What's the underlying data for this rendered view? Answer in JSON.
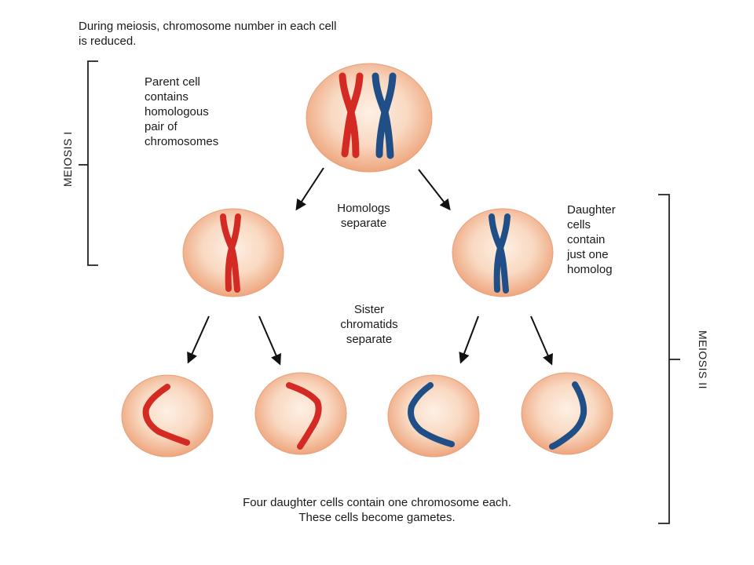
{
  "title_lines": [
    "During meiosis, chromosome number in each cell",
    "is reduced."
  ],
  "stages": {
    "meiosis_1": "MEIOSIS I",
    "meiosis_2": "MEIOSIS II"
  },
  "labels": {
    "parent_cell": [
      "Parent cell",
      "contains",
      "homologous",
      "pair of",
      "chromosomes"
    ],
    "homologs_separate": [
      "Homologs",
      "separate"
    ],
    "daughter_cells": [
      "Daughter",
      "cells",
      "contain",
      "just one",
      "homolog"
    ],
    "sister_chromatids": [
      "Sister",
      "chromatids",
      "separate"
    ],
    "gametes": [
      "Four daughter cells contain one chromosome each.",
      "These cells become gametes."
    ]
  },
  "colors": {
    "maternal_chromosome": "#d42a24",
    "paternal_chromosome": "#1f4f86",
    "cell_center": "#fcebdc",
    "cell_edge": "#eea67e",
    "bracket": "#222222",
    "arrow": "#111111"
  }
}
